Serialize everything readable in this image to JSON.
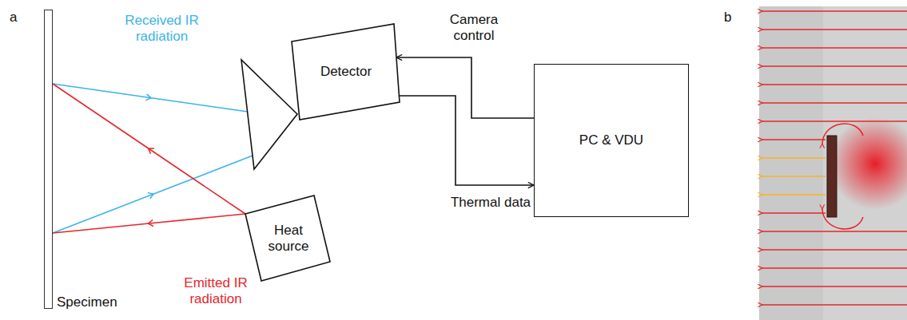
{
  "diagram": {
    "nodes": [
      {
        "text": [
          "Specimen"
        ]
      },
      {
        "text": [
          "Detector"
        ]
      },
      {
        "text": [
          "Heat source"
        ]
      },
      {
        "text": [
          "PC & VDU"
        ]
      }
    ],
    "edges": [
      {
        "from": 0,
        "to": 1,
        "arrow": "to",
        "label": "Received IR radiation"
      },
      {
        "from": 0,
        "to": 1,
        "arrow": "to"
      },
      {
        "from": 2,
        "to": 0,
        "arrow": "to",
        "label": "Emitted IR radiation"
      },
      {
        "from": 2,
        "to": 0,
        "arrow": "to"
      },
      {
        "from": 3,
        "to": 1,
        "arrow": "to",
        "label": "Camera control"
      },
      {
        "from": 1,
        "to": 3,
        "arrow": "to",
        "label": "Thermal data"
      }
    ],
    "labels": [
      "a",
      "b"
    ]
  }
}
